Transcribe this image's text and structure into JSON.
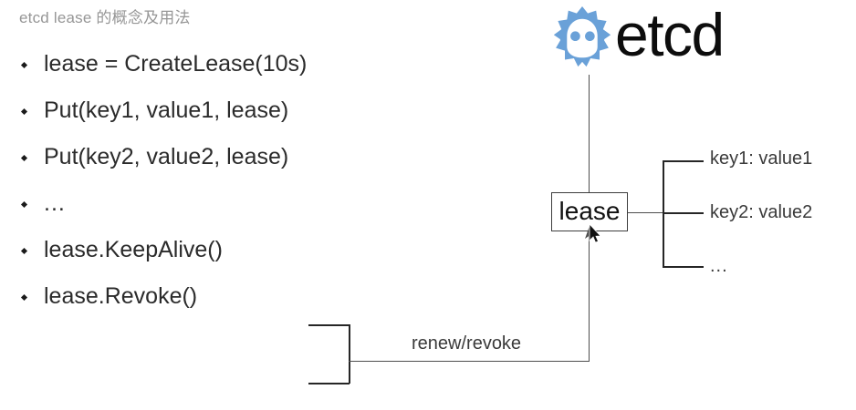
{
  "slide": {
    "title": "etcd lease 的概念及用法"
  },
  "bullets": [
    {
      "text": "lease = CreateLease(10s)"
    },
    {
      "text": "Put(key1, value1, lease)"
    },
    {
      "text": "Put(key2, value2, lease)"
    },
    {
      "text": "..."
    },
    {
      "text": "lease.KeepAlive()"
    },
    {
      "text": "lease.Revoke()"
    }
  ],
  "diagram": {
    "logo_wordmark": "etcd",
    "logo_color": "#6aa1d8",
    "node_label": "lease",
    "edge_label": "renew/revoke",
    "kv_items": [
      {
        "text": "key1: value1"
      },
      {
        "text": "key2: value2"
      },
      {
        "text": "..."
      }
    ]
  },
  "colors": {
    "title": "#969696",
    "body_text": "#2b2b2b",
    "line": "#4d4d4d",
    "accent": "#6aa1d8"
  }
}
